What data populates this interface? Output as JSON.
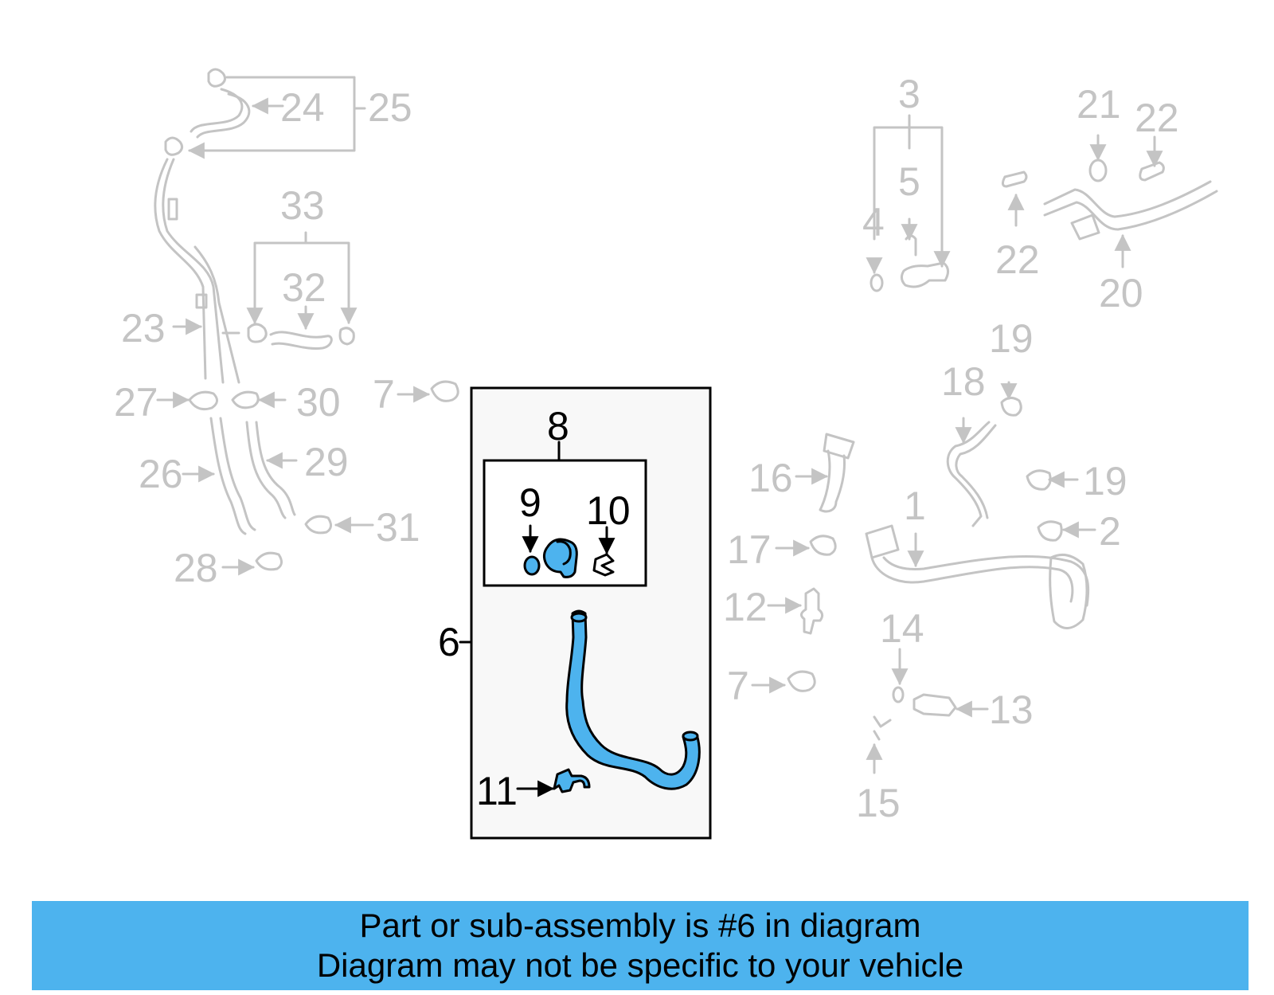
{
  "colors": {
    "highlight": "#4db3ee",
    "banner": "#4db3ee",
    "ghost": "#c4c4c4",
    "dark": "#000000"
  },
  "labels": {
    "l1": "1",
    "l2": "2",
    "l3": "3",
    "l4": "4",
    "l5": "5",
    "l6": "6",
    "l7a": "7",
    "l7b": "7",
    "l8": "8",
    "l9": "9",
    "l10": "10",
    "l11": "11",
    "l12": "12",
    "l13": "13",
    "l14": "14",
    "l15": "15",
    "l16": "16",
    "l17": "17",
    "l18": "18",
    "l19a": "19",
    "l19b": "19",
    "l20": "20",
    "l21": "21",
    "l22a": "22",
    "l22b": "22",
    "l23": "23",
    "l24": "24",
    "l25": "25",
    "l26": "26",
    "l27": "27",
    "l28": "28",
    "l29": "29",
    "l30": "30",
    "l31": "31",
    "l32": "32",
    "l33": "33"
  },
  "banner": {
    "line1": "Part or sub-assembly is #6 in diagram",
    "line2": "Diagram may not be specific to your vehicle"
  }
}
